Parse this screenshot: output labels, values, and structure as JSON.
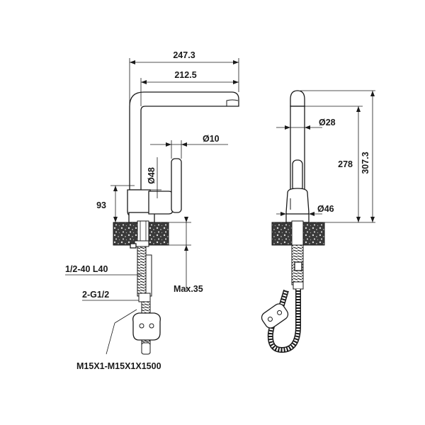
{
  "side_view": {
    "dim_width_total": "247.3",
    "dim_width_spout": "212.5",
    "dim_handle_dia": "Ø10",
    "dim_body_dia": "Ø48",
    "dim_height_lower": "93",
    "dim_thread": "1/2-40  L40",
    "dim_max_thickness": "Max.35",
    "dim_connection": "2-G1/2",
    "hose_spec": "M15X1-M15X1X1500"
  },
  "front_view": {
    "dim_spout_dia": "Ø28",
    "dim_height_spout": "278",
    "dim_height_total": "307.3",
    "dim_base_dia": "Ø46"
  }
}
